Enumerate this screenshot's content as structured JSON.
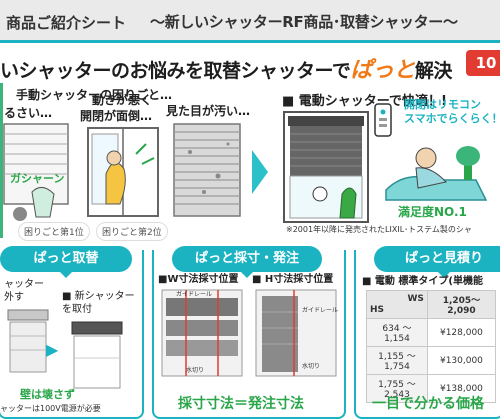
{
  "header": {
    "left_title": "商品ご紹介シート",
    "main_title": "～新しいシャッターRF商品･取替シャッター～"
  },
  "headline": {
    "prefix": "いシャッターのお悩みを取替シャッターで",
    "emphasis": "ぱっと",
    "suffix": "解決",
    "badge": "10"
  },
  "problems": {
    "title": "手動シャッターの困りごと…",
    "item1": "るさい…",
    "item2_line1": "動きが悪く",
    "item2_line2": "開閉が面倒…",
    "item3": "見た目が汚い…",
    "rank1": "困りごと第1位",
    "rank2": "困りごと第2位",
    "sound_text": "ガシャーン"
  },
  "solution": {
    "title": "■ 電動シャッターで快適！!",
    "bubble_line1": "開閉はリモコン",
    "bubble_line2": "スマホでらくらく！",
    "satisfaction": "満足度NO.1",
    "footnote": "※2001年以降に発売されたLIXIL･トステム製のシャ"
  },
  "section1": {
    "tab": "ぱっと取替",
    "old_label_line1": "ャッター",
    "old_label_line2": "外す",
    "new_label_line1": "■ 新シャッター",
    "new_label_line2": "を取付",
    "wall_note": "壁は壊さず",
    "note": "ャッターは100V電源が必要"
  },
  "section2": {
    "tab": "ぱっと採寸・発注",
    "w_label": "■W寸法採寸位置",
    "h_label": "■ H寸法採寸位置",
    "guide_rail": "ガイドレール",
    "water_cut": "水切り",
    "result": "採寸寸法＝発注寸法"
  },
  "section3": {
    "tab": "ぱっと見積り",
    "subtitle": "■ 電動  標準タイプ(単機能",
    "table": {
      "col_ws": "WS",
      "col_hs": "HS",
      "col_range": "1,205～ 2,090",
      "rows": [
        {
          "range": "634 ～ 1,154",
          "price": "¥128,000"
        },
        {
          "range": "1,155 ～ 1,754",
          "price": "¥130,000"
        },
        {
          "range": "1,755 ～ 2,543",
          "price": "¥138,000"
        }
      ]
    },
    "bottom": "一目で分かる価格"
  },
  "colors": {
    "accent": "#1bb3c1",
    "orange": "#f07a18",
    "green": "#2aa64a",
    "red": "#e23b32"
  }
}
